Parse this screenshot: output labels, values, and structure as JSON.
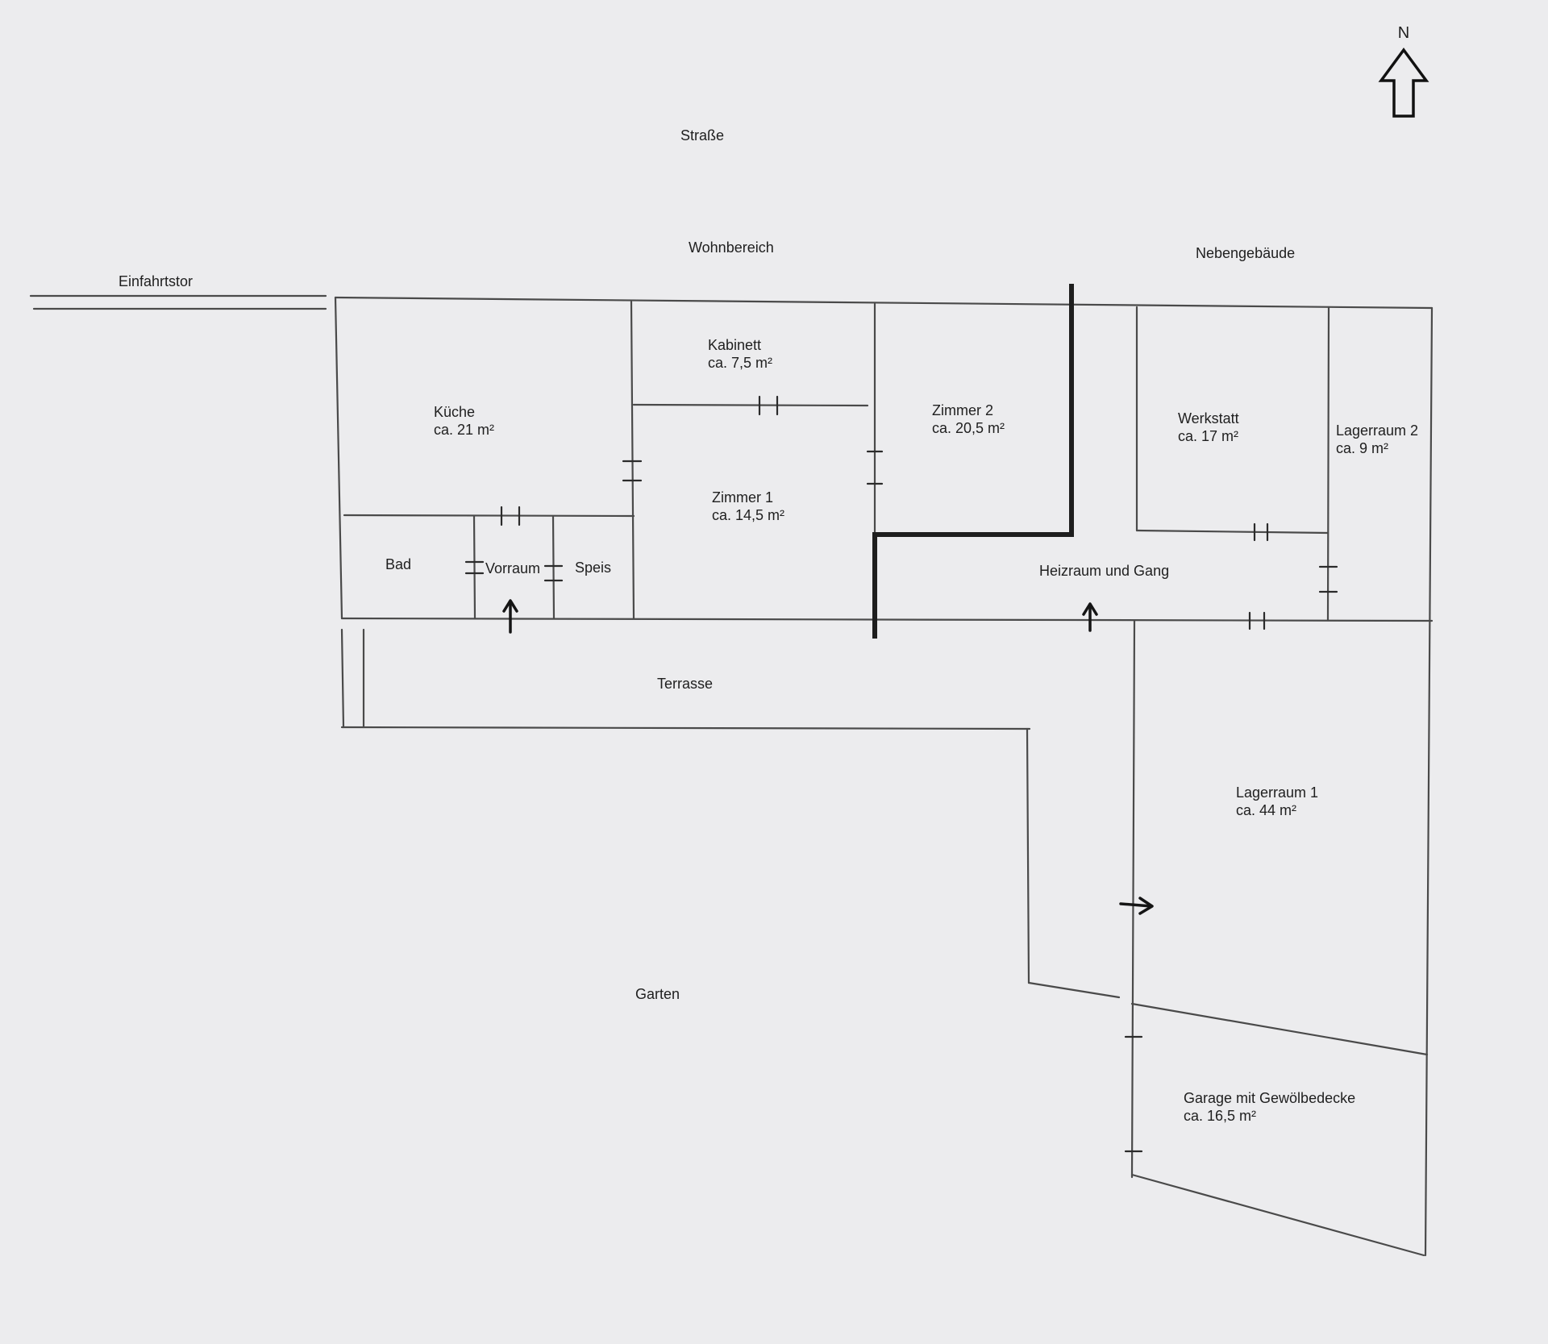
{
  "plan": {
    "north": "N",
    "areas": {
      "street": "Straße",
      "living_area": "Wohnbereich",
      "outbuilding": "Nebengebäude",
      "gate": "Einfahrtstor",
      "terrace": "Terrasse",
      "garden": "Garten"
    },
    "rooms": {
      "kitchen": {
        "name": "Küche",
        "size": "ca. 21 m²"
      },
      "cabinet": {
        "name": "Kabinett",
        "size": "ca. 7,5 m²"
      },
      "room1": {
        "name": "Zimmer 1",
        "size": "ca. 14,5 m²"
      },
      "room2": {
        "name": "Zimmer 2",
        "size": "ca. 20,5 m²"
      },
      "workshop": {
        "name": "Werkstatt",
        "size": "ca. 17 m²"
      },
      "storage2": {
        "name": "Lagerraum 2",
        "size": "ca. 9 m²"
      },
      "bath": {
        "name": "Bad"
      },
      "anteroom": {
        "name": "Vorraum"
      },
      "pantry": {
        "name": "Speis"
      },
      "boiler_hall": {
        "name": "Heizraum und Gang"
      },
      "storage1": {
        "name": "Lagerraum 1",
        "size": "ca. 44 m²"
      },
      "garage": {
        "name": "Garage mit Gewölbedecke",
        "size": "ca. 16,5 m²"
      }
    }
  }
}
